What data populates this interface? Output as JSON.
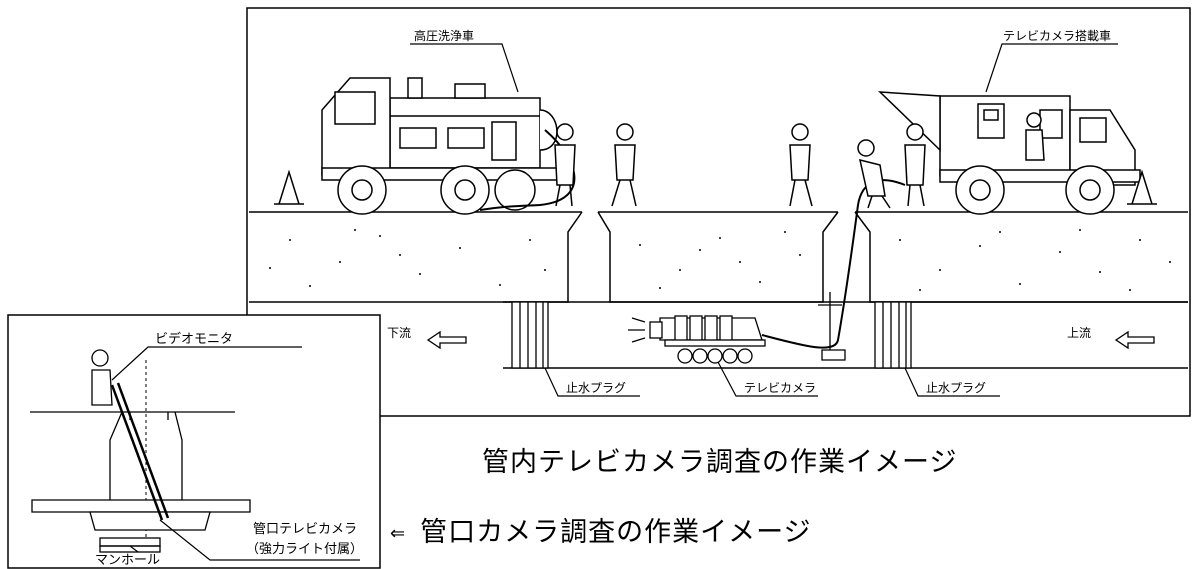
{
  "main_figure": {
    "labels": {
      "flush_truck": "高圧洗浄車",
      "camera_truck": "テレビカメラ搭載車",
      "downstream": "下流",
      "upstream": "上流",
      "plug_left": "止水プラグ",
      "plug_right": "止水プラグ",
      "tv_camera": "テレビカメラ"
    },
    "caption": "管内テレビカメラ調査の作業イメージ"
  },
  "inset_figure": {
    "labels": {
      "video_monitor": "ビデオモニタ",
      "port_camera": "管口テレビカメラ",
      "light_note": "（強力ライト付属）",
      "manhole": "マンホール"
    },
    "caption_arrow": "⇐",
    "caption": "管口カメラ調査の作業イメージ"
  }
}
